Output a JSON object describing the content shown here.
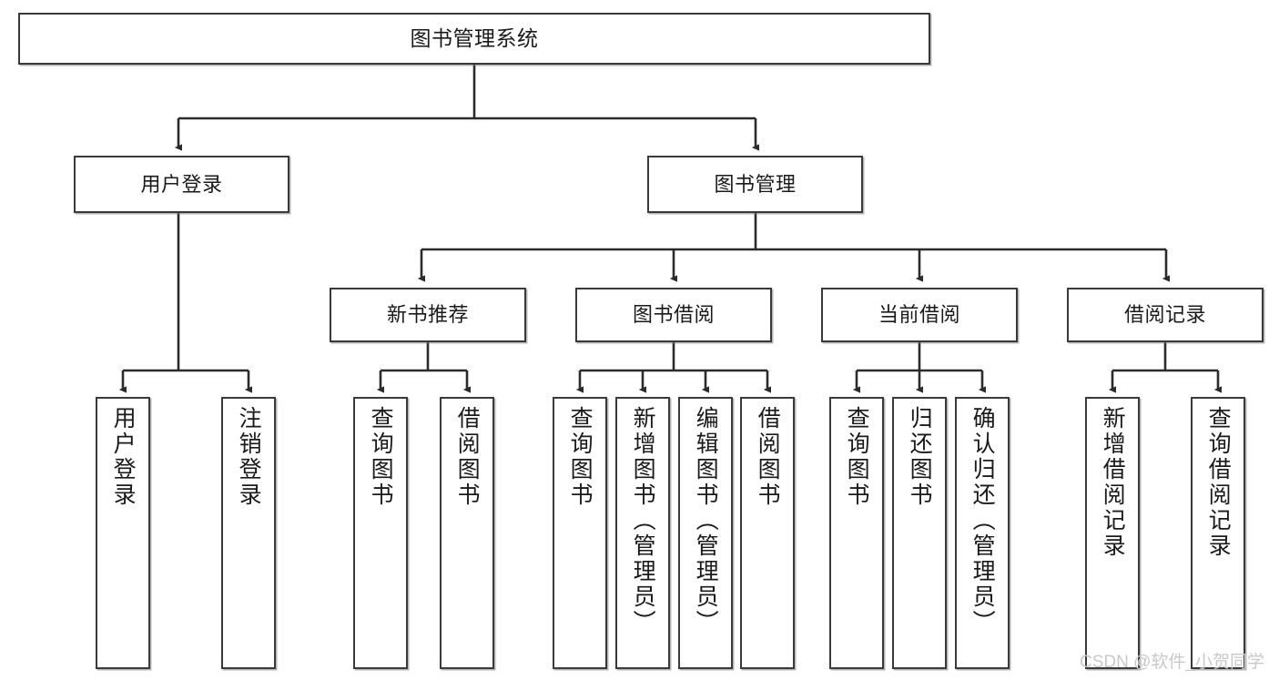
{
  "diagram": {
    "type": "tree-hierarchy",
    "title": "图书管理系统",
    "watermark": "CSDN @软件_小贺同学",
    "colors": {
      "background": "#ffffff",
      "node_border": "#3a3a3a",
      "node_fill": "#ffffff",
      "connector": "#2b2b2b",
      "text": "#1a1a1a",
      "watermark": "#c9c9c9"
    },
    "nodes": {
      "root": {
        "label": "图书管理系统",
        "level": 1,
        "orientation": "horizontal"
      },
      "level2": [
        {
          "id": "user-login",
          "label": "用户登录",
          "orientation": "horizontal"
        },
        {
          "id": "book-management",
          "label": "图书管理",
          "orientation": "horizontal"
        }
      ],
      "level3": [
        {
          "id": "new-book-recommend",
          "label": "新书推荐",
          "orientation": "horizontal"
        },
        {
          "id": "book-borrow",
          "label": "图书借阅",
          "orientation": "horizontal"
        },
        {
          "id": "current-borrow",
          "label": "当前借阅",
          "orientation": "horizontal"
        },
        {
          "id": "borrow-record",
          "label": "借阅记录",
          "orientation": "horizontal"
        }
      ],
      "leaves": {
        "user-login": [
          {
            "id": "leaf-user-login",
            "label": "用户登录"
          },
          {
            "id": "leaf-user-logout",
            "label": "注销登录"
          }
        ],
        "new-book-recommend": [
          {
            "id": "leaf-query-book-1",
            "label": "查询图书"
          },
          {
            "id": "leaf-borrow-book-1",
            "label": "借阅图书"
          }
        ],
        "book-borrow": [
          {
            "id": "leaf-query-book-2",
            "label": "查询图书"
          },
          {
            "id": "leaf-add-book",
            "label": "新增图书（管理员）"
          },
          {
            "id": "leaf-edit-book",
            "label": "编辑图书（管理员）"
          },
          {
            "id": "leaf-borrow-book-2",
            "label": "借阅图书"
          }
        ],
        "current-borrow": [
          {
            "id": "leaf-query-book-3",
            "label": "查询图书"
          },
          {
            "id": "leaf-return-book",
            "label": "归还图书"
          },
          {
            "id": "leaf-confirm-return",
            "label": "确认归还（管理员）"
          }
        ],
        "borrow-record": [
          {
            "id": "leaf-add-record",
            "label": "新增借阅记录"
          },
          {
            "id": "leaf-query-record",
            "label": "查询借阅记录"
          }
        ]
      }
    }
  }
}
